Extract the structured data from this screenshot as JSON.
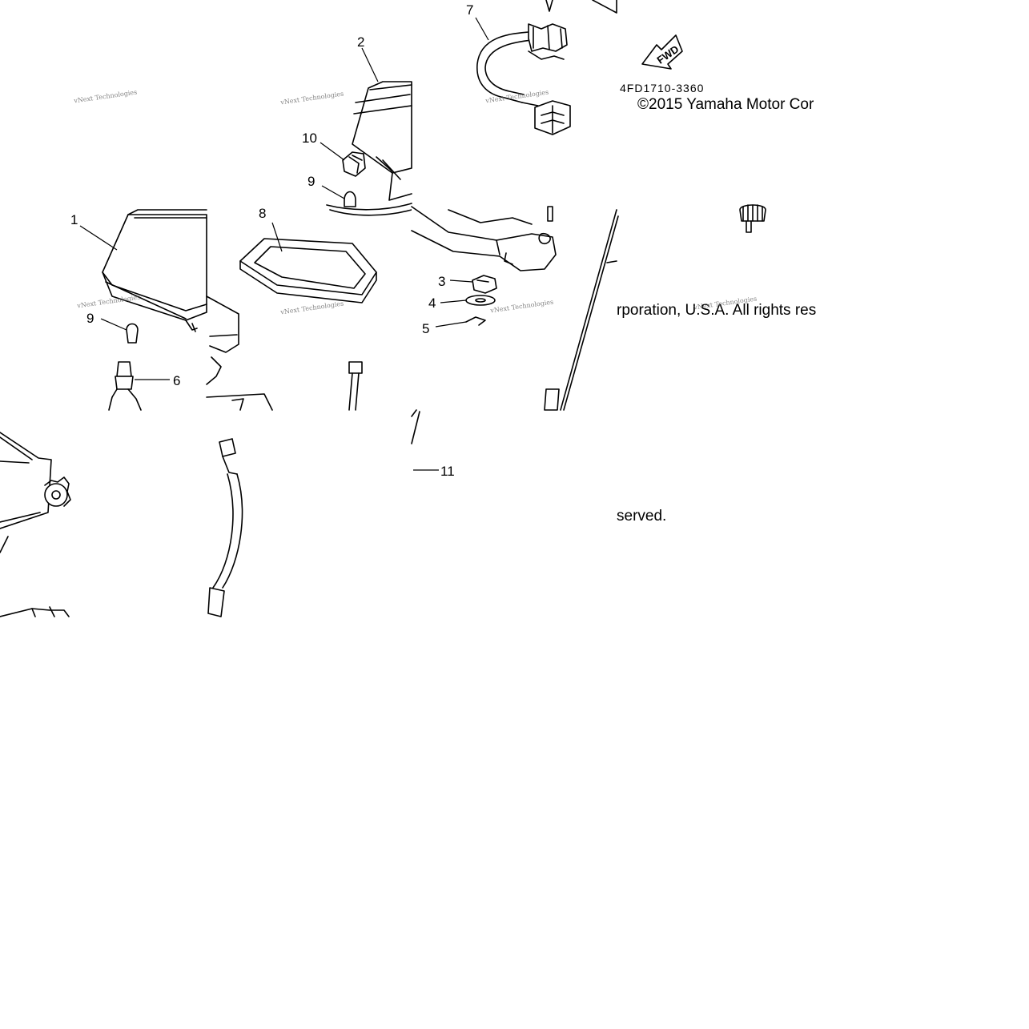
{
  "callouts": {
    "c1": "1",
    "c2": "2",
    "c3": "3",
    "c4": "4",
    "c5": "5",
    "c6": "6",
    "c7": "7",
    "c8": "8",
    "c9a": "9",
    "c9b": "9",
    "c10": "10",
    "c11": "11"
  },
  "part_number": "4FD1710-3360",
  "fwd_label": "FWD",
  "copyright": {
    "seg1": "©2015 Yamaha Motor Cor",
    "seg2": "rporation, U.S.A. All rights res",
    "seg3": "served."
  },
  "watermark": "vNext Technologies",
  "colors": {
    "ink": "#000000",
    "background": "#ffffff",
    "watermark": "#666666"
  }
}
